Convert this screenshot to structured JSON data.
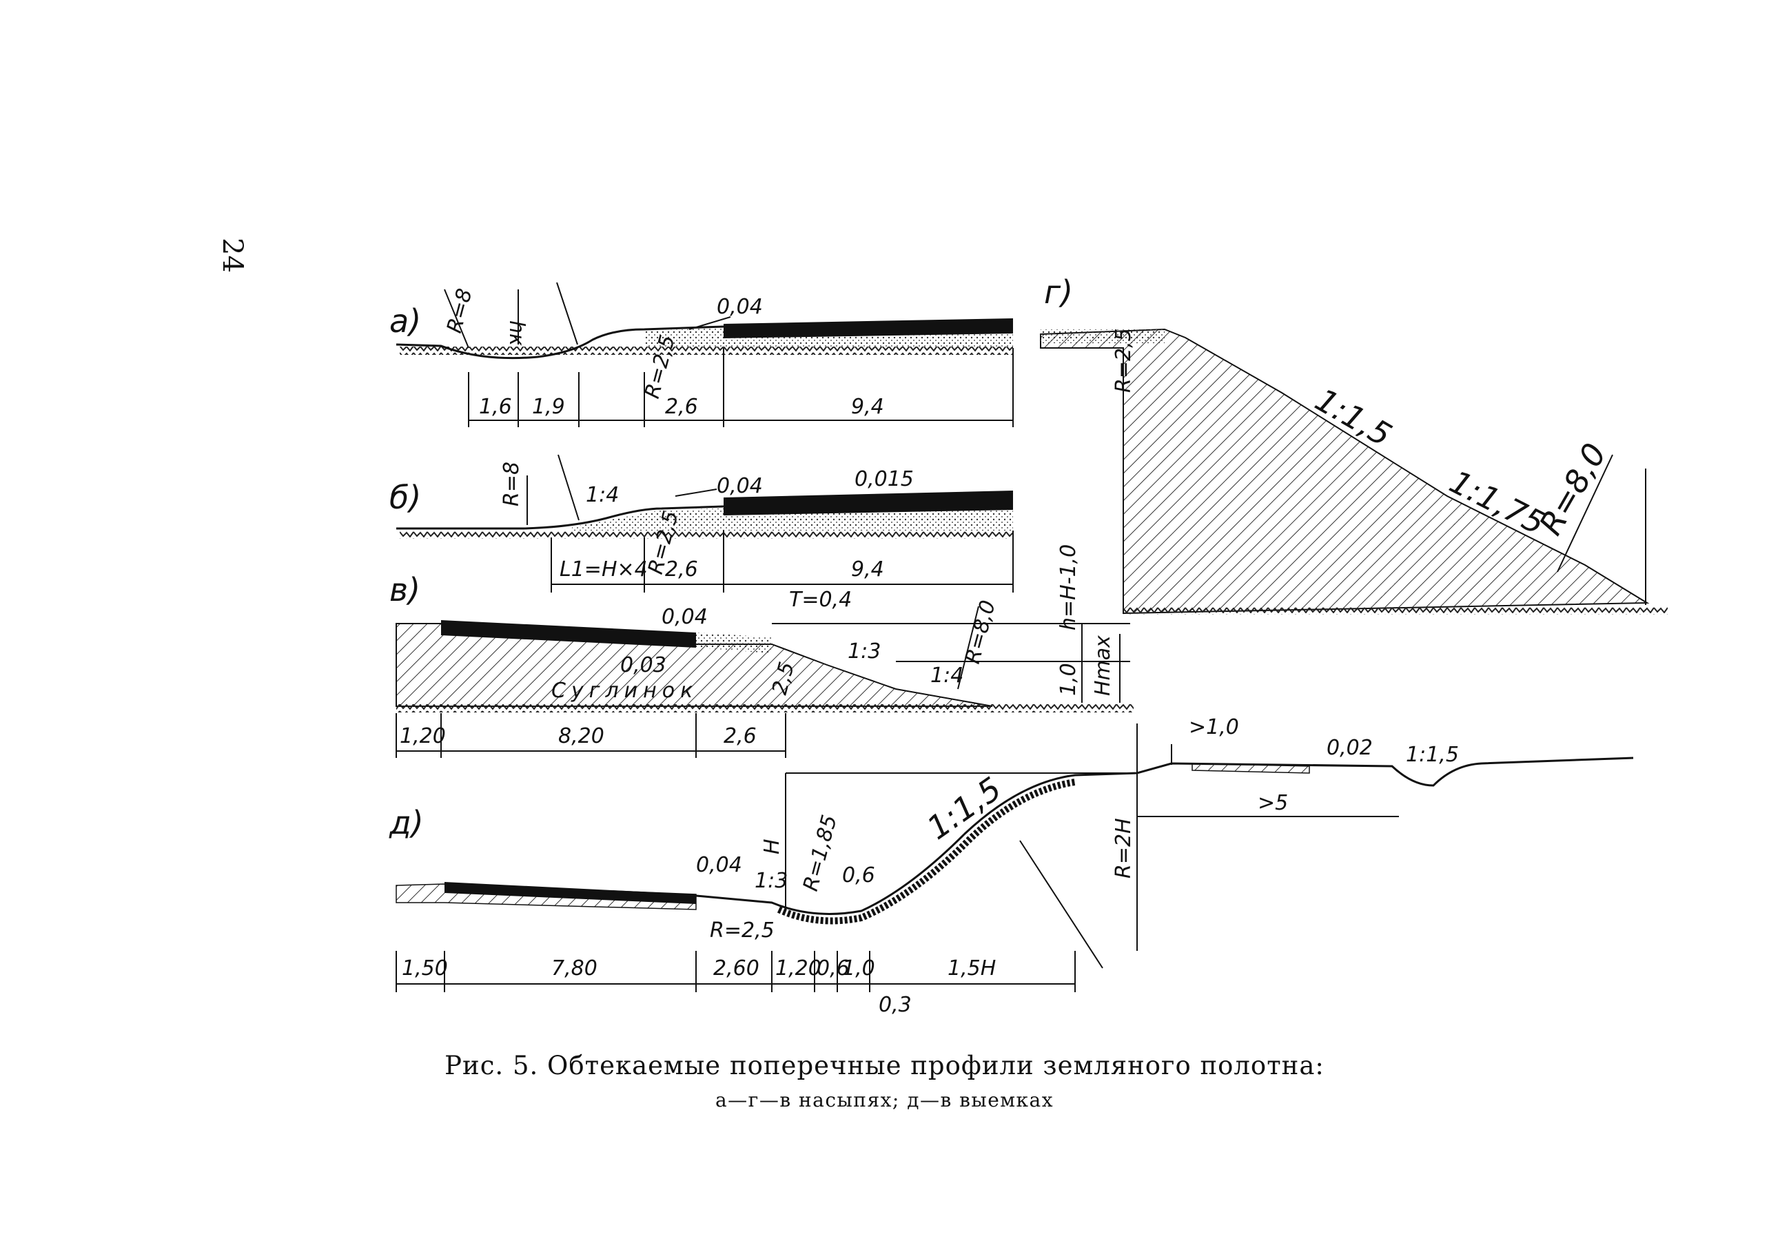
{
  "page_number": "24",
  "caption": {
    "title": "Рис. 5. Обтекаемые поперечные профили земляного полотна:",
    "subtitle": "а—г—в насыпях; д—в выемках"
  },
  "profiles": {
    "a": {
      "letter": "а)",
      "labels": {
        "r_top": "R=8",
        "hk": "hк",
        "slope": "0,04",
        "r_bottom": "R=2,5"
      },
      "dims": [
        "1,6",
        "1,9",
        "2,6",
        "9,4"
      ]
    },
    "b": {
      "letter": "б)",
      "labels": {
        "r": "R=8",
        "ratio": "1:4",
        "slope1": "0,04",
        "slope2": "0,015",
        "r_bottom": "R=2,5"
      },
      "dims": [
        "L1=H×4",
        "2,6",
        "9,4"
      ]
    },
    "v": {
      "letter": "в)",
      "labels": {
        "slope1": "0,04",
        "t": "T=0,4",
        "slope2": "0,03",
        "soil": "Суглинок",
        "ratio1": "1:3",
        "ratio2": "1:4",
        "r": "R=8,0",
        "r_small": "2,5",
        "h": "h=H-1,0",
        "one": "1,0",
        "hmax": "Hmax"
      },
      "dims": [
        "1,20",
        "8,20",
        "2,6"
      ]
    },
    "g": {
      "letter": "г)",
      "labels": {
        "r_top": "R=2,5",
        "ratio1": "1:1,5",
        "ratio2": "1:1,75",
        "r_bottom": "R=8,0"
      }
    },
    "d": {
      "letter": "д)",
      "labels": {
        "slope1": "0,04",
        "ratio1": "1:3",
        "r1": "R=1,85",
        "v06": "0,6",
        "r2": "R=2,5",
        "h": "H",
        "ratio2": "1:1,5",
        "r2h": "R=2H",
        "gt1": ">1,0",
        "slope2": "0,02",
        "ratio3": "1:1,5",
        "gt5": ">5"
      },
      "dims": [
        "1,50",
        "7,80",
        "2,60",
        "1,20",
        "0,6",
        "1,0",
        "1,5H",
        "0,3"
      ]
    }
  }
}
